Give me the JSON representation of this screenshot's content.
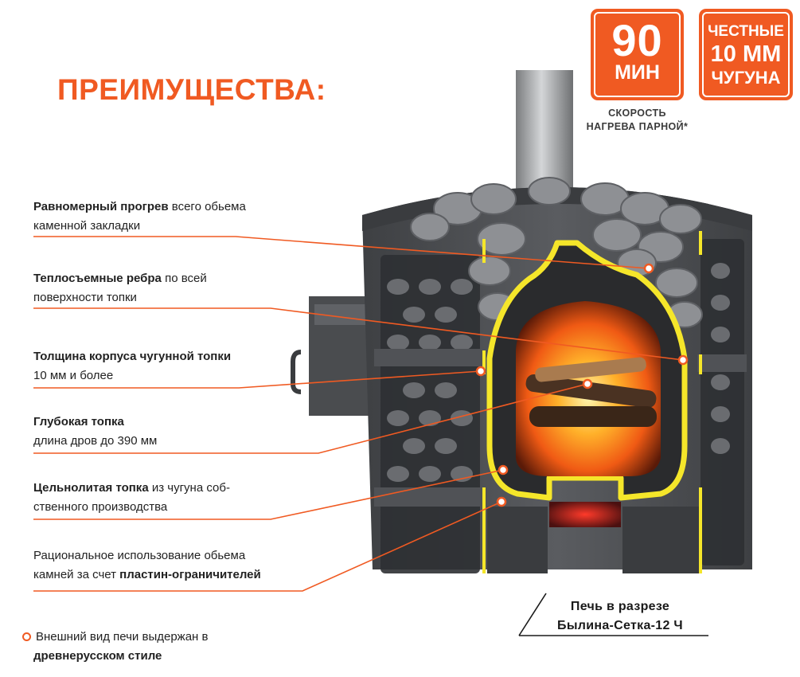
{
  "heading": "ПРЕИМУЩЕСТВА:",
  "badges": {
    "heating": {
      "value": "90",
      "unit": "МИН"
    },
    "cast_iron": {
      "line1": "ЧЕСТНЫЕ",
      "line2": "10 ММ",
      "line3": "ЧУГУНА"
    },
    "speed_note": [
      "СКОРОСТЬ",
      "НАГРЕВА ПАРНОЙ*"
    ]
  },
  "features": [
    {
      "bold": "Равномерный прогрев",
      "rest1": " всего обьема",
      "line2": "каменной закладки"
    },
    {
      "bold": "Теплосъемные ребра",
      "rest1": " по всей",
      "line2": "поверхности топки"
    },
    {
      "bold": "Толщина корпуса чугунной топки",
      "rest1": "",
      "line2": "10 мм и более"
    },
    {
      "bold": "Глубокая топка",
      "rest1": "",
      "line2": "длина дров до 390 мм"
    },
    {
      "bold": "Цельнолитая топка",
      "rest1": " из чугуна соб-",
      "line2": "ственного производства"
    },
    {
      "bold": "",
      "rest1": "Рациональное использование обьема",
      "line2": "камней за счет ",
      "line2_bold": "пластин-ограничителей"
    }
  ],
  "legend": {
    "line1": "Внешний вид печи выдержан в",
    "line2": "древнерусском стиле"
  },
  "caption": {
    "line1": "Печь в разрезе",
    "line2": "Былина-Сетка-12 Ч"
  },
  "colors": {
    "accent": "#f05a22",
    "stove_body": "#4a4c4f",
    "highlight_yellow": "#f5e62a",
    "fire": "#ff8a1a"
  }
}
